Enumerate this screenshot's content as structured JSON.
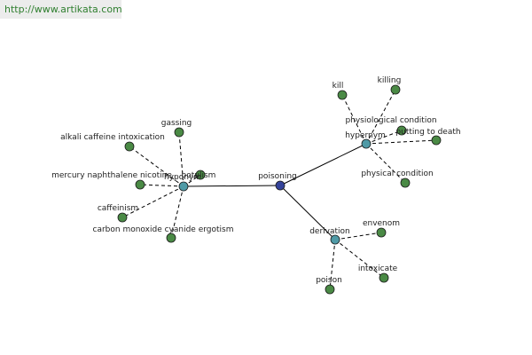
{
  "watermark": {
    "url_text": "http://www.artikata.com"
  },
  "colors": {
    "root": "#34439a",
    "group": "#4f9aa6",
    "leaf": "#4a8a45",
    "watermark_text": "#2f7f2f",
    "watermark_bg": "#ececec"
  },
  "graph": {
    "root": {
      "name": "poisoning-node",
      "label": "poisoning"
    },
    "groups": [
      {
        "name": "hyponym-node",
        "label": "hyponym",
        "children": [
          {
            "name": "gassing-node",
            "label": "gassing"
          },
          {
            "name": "alkali-caffeine-intoxication-node",
            "label": "alkali caffeine intoxication"
          },
          {
            "name": "mercury-naphthalene-nicotine-node",
            "label": "mercury naphthalene nicotine"
          },
          {
            "name": "caffeinism-node",
            "label": "caffeinism"
          },
          {
            "name": "carbon-monoxide-cyanide-ergotism-node",
            "label": "carbon monoxide cyanide ergotism"
          },
          {
            "name": "botulism-node",
            "label": "botulism"
          }
        ]
      },
      {
        "name": "hypernym-node",
        "label": "hypernym",
        "children": [
          {
            "name": "kill-node",
            "label": "kill"
          },
          {
            "name": "killing-node",
            "label": "killing"
          },
          {
            "name": "physiological-condition-node",
            "label": "physiological condition"
          },
          {
            "name": "putting-to-death-node",
            "label": "putting to death"
          },
          {
            "name": "physical-condition-node",
            "label": "physical condition"
          }
        ]
      },
      {
        "name": "derivation-node",
        "label": "derivation",
        "children": [
          {
            "name": "envenom-node",
            "label": "envenom"
          },
          {
            "name": "intoxicate-node",
            "label": "intoxicate"
          },
          {
            "name": "poison-node",
            "label": "poison"
          }
        ]
      }
    ]
  }
}
